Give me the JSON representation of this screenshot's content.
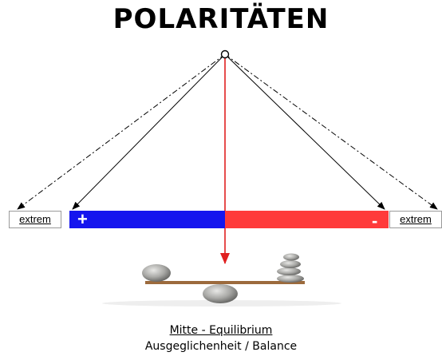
{
  "title": "POLARITÄTEN",
  "extremes": {
    "left": "extrem",
    "right": "extrem"
  },
  "poles": {
    "positive": "+",
    "negative": "-"
  },
  "colors": {
    "positive": "#1515ee",
    "negative": "#ff3a3a",
    "center_arrow": "#e02020"
  },
  "caption": {
    "line1": "Mitte - Equilibrium",
    "line2": "Ausgeglichenheit / Balance"
  },
  "icons": [
    "balancing-stones-icon"
  ]
}
